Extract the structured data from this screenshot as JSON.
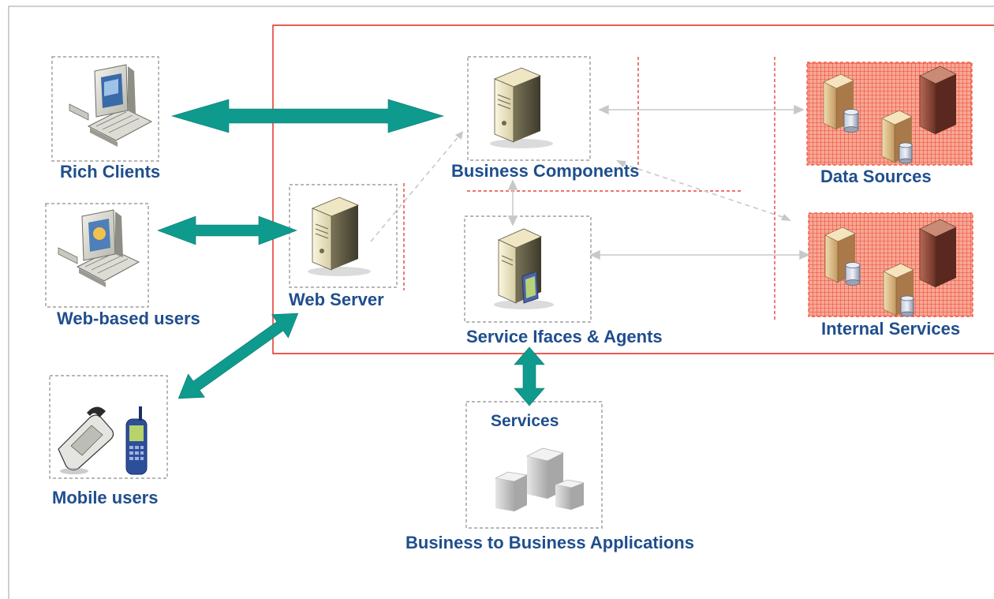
{
  "labels": {
    "rich_clients": "Rich Clients",
    "web_users": "Web-based users",
    "mobile_users": "Mobile users",
    "web_server": "Web Server",
    "business_components": "Business Components",
    "service_ifaces": "Service Ifaces & Agents",
    "data_sources": "Data Sources",
    "internal_services": "Internal Services",
    "services": "Services",
    "b2b": "Business to Business Applications"
  },
  "colors": {
    "label_text": "#1f4e8c",
    "thick_arrow": "#0f9a8e",
    "boundary": "#e2231a",
    "dashed_box": "#8c8c8c",
    "thin_arrow": "#c8c8c8",
    "store_fill": "#f2664d"
  },
  "icons": {
    "rich_clients": "desktop-computer-icon",
    "web_users": "desktop-computer-browser-icon",
    "mobile_users": "mobile-phones-icon",
    "web_server": "server-tower-icon",
    "business_components": "server-tower-icon",
    "service_ifaces": "server-with-interface-icon",
    "data_sources": "database-servers-icon",
    "internal_services": "database-servers-icon",
    "b2b": "cubes-icon"
  }
}
